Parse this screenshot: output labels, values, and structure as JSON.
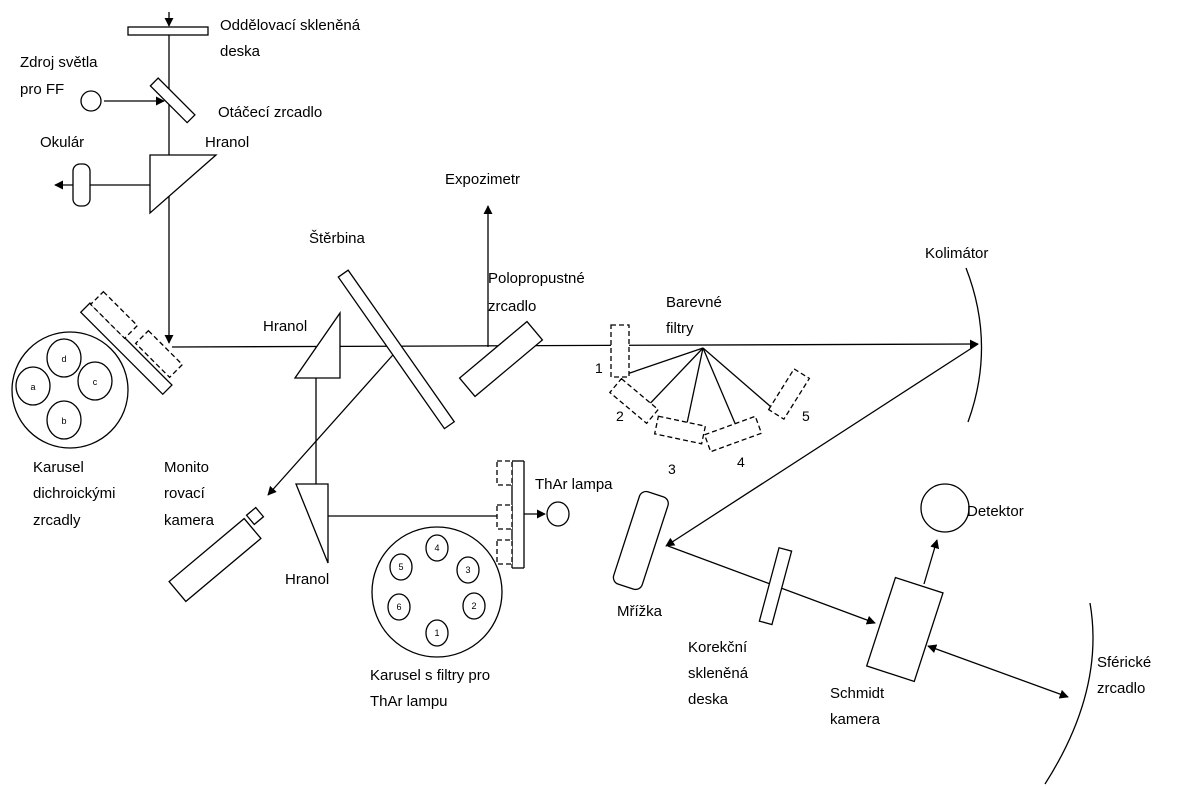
{
  "labels": {
    "separation_plate_1": "Oddělovací skleněná",
    "separation_plate_2": "deska",
    "ff_source_1": "Zdroj světla",
    "ff_source_2": "pro FF",
    "rotating_mirror": "Otáčecí zrcadlo",
    "prism_top": "Hranol",
    "eyepiece": "Okulár",
    "exposure_meter": "Expozimetr",
    "slit": "Štěrbina",
    "semi_mirror_1": "Polopropustné",
    "semi_mirror_2": "zrcadlo",
    "color_filters_1": "Barevné",
    "color_filters_2": "filtry",
    "collimator": "Kolimátor",
    "prism_mid": "Hranol",
    "prism_bottom": "Hranol",
    "dichroic_carousel_1": "Karusel",
    "dichroic_carousel_2": "dichroickými",
    "dichroic_carousel_3": "zrcadly",
    "monitor_camera_1": "Monito",
    "monitor_camera_2": "rovací",
    "monitor_camera_3": "kamera",
    "thar_lamp": "ThAr lampa",
    "filter_carousel_1": "Karusel s filtry pro",
    "filter_carousel_2": "ThAr lampu",
    "grating": "Mřížka",
    "correction_plate_1": "Korekční",
    "correction_plate_2": "skleněná",
    "correction_plate_3": "deska",
    "schmidt_camera_1": "Schmidt",
    "schmidt_camera_2": "kamera",
    "detector": "Detektor",
    "spherical_mirror_1": "Sférické",
    "spherical_mirror_2": "zrcadlo"
  },
  "dichroic_slots": [
    "a",
    "b",
    "c",
    "d"
  ],
  "filter_positions": [
    "1",
    "2",
    "3",
    "4",
    "5"
  ],
  "thar_filters": [
    "1",
    "2",
    "3",
    "4",
    "5",
    "6"
  ]
}
